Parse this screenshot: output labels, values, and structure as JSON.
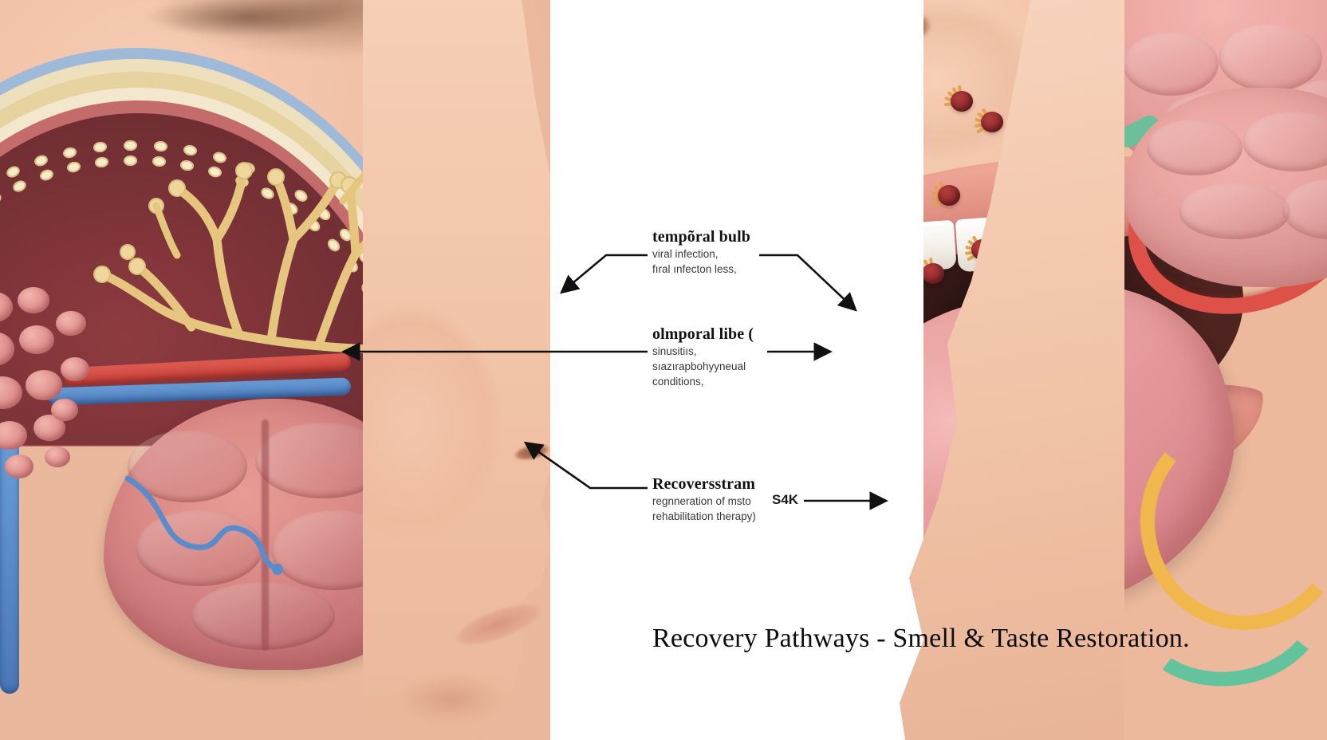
{
  "figure": {
    "caption": "Recovery Pathways - Smell & Taste Restoration.",
    "domain_note": "medical anatomical illustration of nasal cavity, olfactory bulb, mouth, tongue and brain"
  },
  "annotations": [
    {
      "id": "annotation-olfactory-bulb",
      "title": "tempõral bulb",
      "lines": [
        "viral infection,",
        "fıral ınfecton less,"
      ]
    },
    {
      "id": "annotation-temporal-lobe",
      "title": "olmporal libe (",
      "lines": [
        "sinusitiıs,",
        "sıazırapbohyyneual",
        "conditions,"
      ]
    },
    {
      "id": "annotation-recovery",
      "title": "Recoversstram",
      "lines": [
        "regnneration of msto",
        "rehabilitation therapy)"
      ]
    }
  ],
  "tags": {
    "tongue_tag": "S4K"
  },
  "colors": {
    "skin": "#f2c6aa",
    "mucosa": "#c46b6b",
    "cavity_core": "#7c3338",
    "nerve_yellow": "#e6c57e",
    "artery_red": "#d9493f",
    "vein_blue": "#5a8ccb",
    "brain_pink": "#e09a98",
    "bulb_pink": "#d98b8c",
    "papilla_red": "#962e31",
    "loop_yellow": "#f0b74d",
    "loop_green": "#63c39d",
    "bone_cream": "#efe0bd",
    "text_black": "#111111",
    "background": "#ffffff"
  },
  "icons": {
    "arrow_left": "arrow-left-icon",
    "arrow_right": "arrow-right-icon",
    "leader_line": "leader-line-icon"
  }
}
